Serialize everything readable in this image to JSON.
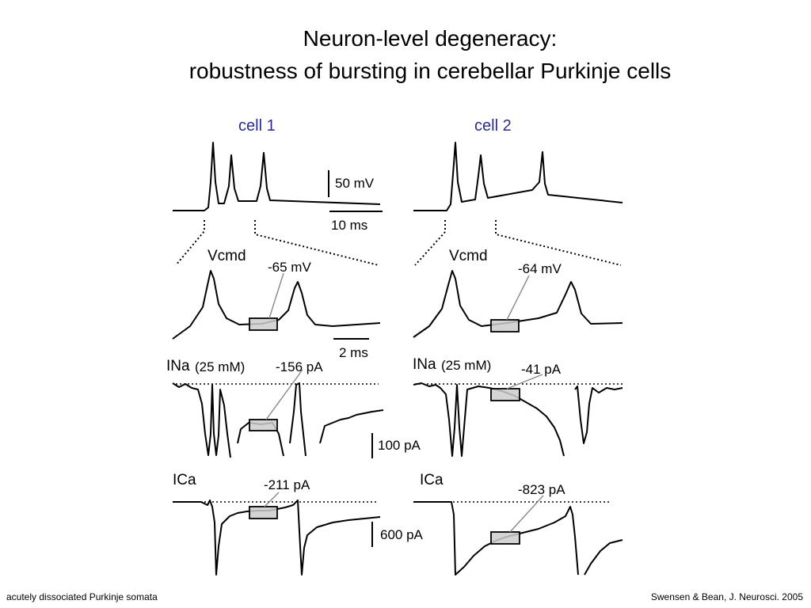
{
  "slide": {
    "title_line1": "Neuron-level degeneracy:",
    "title_line2": "robustness of bursting in cerebellar Purkinje cells",
    "footer_left": "acutely dissociated Purkinje somata",
    "footer_right": "Swensen & Bean, J. Neurosci. 2005"
  },
  "columns": [
    {
      "label": "cell 1",
      "vcmd_annotation": "-65 mV",
      "ina_annotation": "-156 pA",
      "ica_annotation": "-211 pA"
    },
    {
      "label": "cell 2",
      "vcmd_annotation": "-64 mV",
      "ina_annotation": "-41 pA",
      "ica_annotation": "-823 pA"
    }
  ],
  "rows": {
    "vcmd_label": "Vcmd",
    "ina_label": "INa",
    "ina_concentration": "(25 mM)",
    "ica_label": "ICa"
  },
  "scale_bars": {
    "voltage": "50 mV",
    "time_burst": "10 ms",
    "time_zoom": "2 ms",
    "current_ina": "100 pA",
    "current_ica": "600 pA"
  },
  "colors": {
    "label_blue": "#2b2b8c",
    "trace": "#000000",
    "box_fill": "#cccccc"
  }
}
